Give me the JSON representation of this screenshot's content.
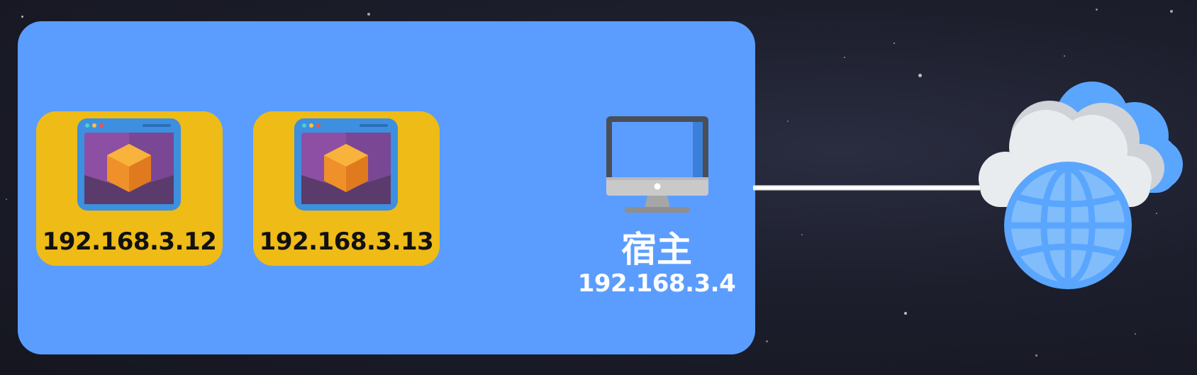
{
  "diagram": {
    "vms": [
      {
        "ip": "192.168.3.12"
      },
      {
        "ip": "192.168.3.13"
      }
    ],
    "host": {
      "label": "宿主",
      "ip": "192.168.3.4"
    },
    "icons": {
      "vm": "virtual-machine-window-icon",
      "host": "desktop-monitor-icon",
      "internet": "cloud-globe-icon"
    },
    "colors": {
      "background": "#1c1e2c",
      "host_panel": "#5b9dff",
      "vm_card": "#eebb17",
      "vm_screen": "#7b4a9e",
      "cube": "#f0902a",
      "globe": "#5aa6ff",
      "cloud": "#e9ecef",
      "link": "#ffffff"
    }
  }
}
